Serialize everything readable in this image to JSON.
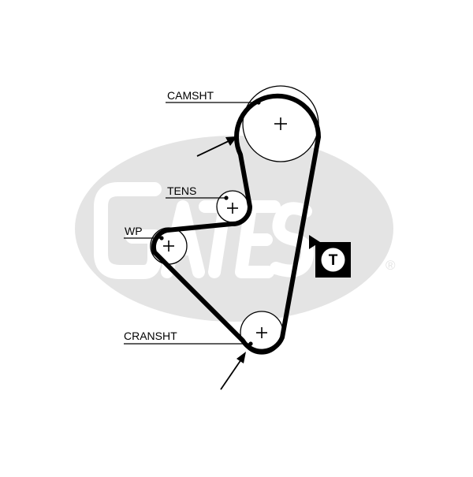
{
  "diagram": {
    "labels": {
      "camshaft": "CAMSHT",
      "tensioner": "TENS",
      "water_pump": "WP",
      "crankshaft": "CRANSHT"
    },
    "tension_badge": "T",
    "watermark": {
      "brand": "Gates",
      "registered_mark": "®"
    },
    "colors": {
      "belt": "#000000",
      "watermark": "#e4e4e4",
      "badge_background": "#000000",
      "badge_text": "#ffffff"
    },
    "icons": [
      "plus-icon",
      "arrow-icon",
      "registered-icon"
    ]
  }
}
